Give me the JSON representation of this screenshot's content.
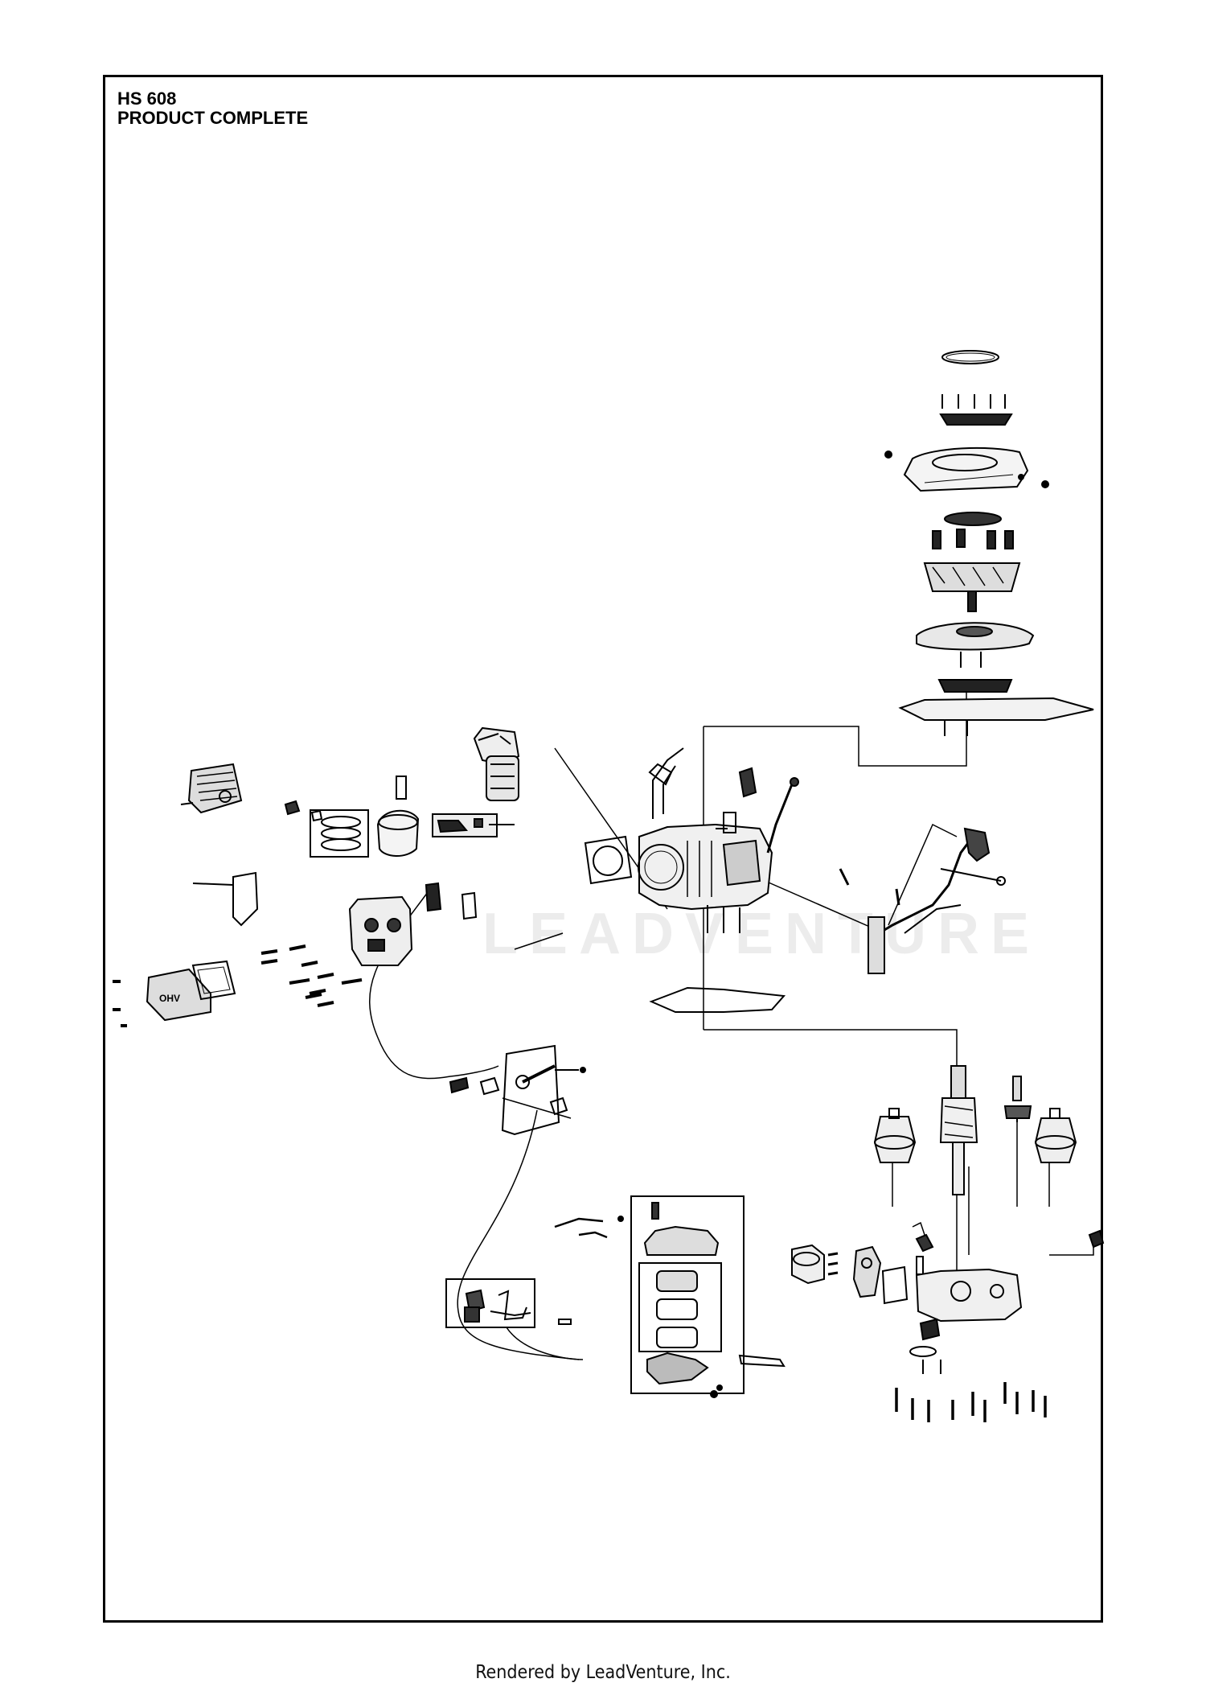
{
  "diagram": {
    "model": "HS 608",
    "title": "PRODUCT COMPLETE",
    "watermark": "LEADVENTURE"
  },
  "footer": {
    "rendered_by": "Rendered by LeadVenture, Inc."
  },
  "parts": [
    {
      "icon": "gasket-ring-icon"
    },
    {
      "icon": "blower-housing-icon"
    },
    {
      "icon": "fan-screen-icon"
    },
    {
      "icon": "flywheel-icon"
    },
    {
      "icon": "ring-gear-icon"
    },
    {
      "icon": "stator-icon"
    },
    {
      "icon": "base-plate-icon"
    },
    {
      "icon": "muffler-icon"
    },
    {
      "icon": "piston-icon"
    },
    {
      "icon": "piston-ring-set-icon"
    },
    {
      "icon": "cylinder-head-icon"
    },
    {
      "icon": "valve-cover-icon"
    },
    {
      "icon": "cylinder-block-icon"
    },
    {
      "icon": "ignition-coil-icon"
    },
    {
      "icon": "dipstick-icon"
    },
    {
      "icon": "governor-linkage-icon"
    },
    {
      "icon": "carburetor-icon"
    },
    {
      "icon": "air-filter-icon"
    },
    {
      "icon": "crankshaft-icon"
    },
    {
      "icon": "camshaft-icon"
    },
    {
      "icon": "oil-filter-icon"
    },
    {
      "icon": "crankcase-cover-icon"
    },
    {
      "icon": "bolt-icon"
    }
  ]
}
